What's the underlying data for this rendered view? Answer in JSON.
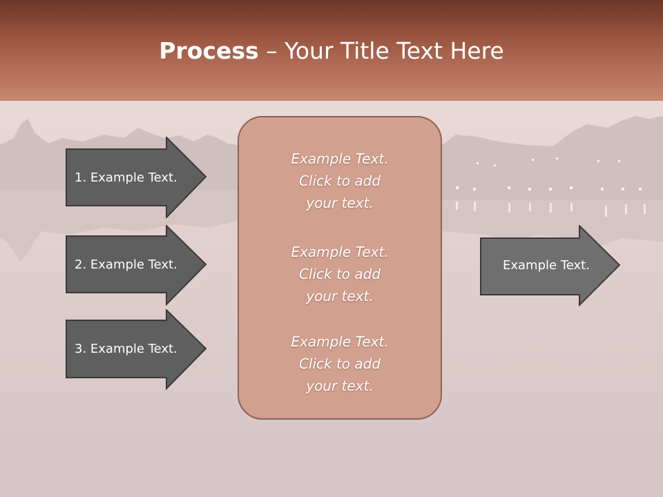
{
  "slide": {
    "title_bold": "Process",
    "title_rest": " – Your Title Text Here"
  },
  "inputs": [
    {
      "label": "1. Example Text."
    },
    {
      "label": "2. Example Text."
    },
    {
      "label": "3. Example Text."
    }
  ],
  "center": {
    "blocks": [
      {
        "line1": "Example Text.",
        "line2": "Click  to add",
        "line3": "your text."
      },
      {
        "line1": "Example Text.",
        "line2": "Click  to add",
        "line3": "your text."
      },
      {
        "line1": "Example Text.",
        "line2": "Click  to add",
        "line3": "your text."
      }
    ]
  },
  "output": {
    "label": "Example Text."
  },
  "colors": {
    "arrow_fill": "#5f5f5f",
    "arrow_stroke": "#3a3a3a",
    "output_fill": "#6f6f6f",
    "center_fill": "#d2a08f",
    "header_dark": "#6b3626",
    "header_light": "#c78770"
  }
}
